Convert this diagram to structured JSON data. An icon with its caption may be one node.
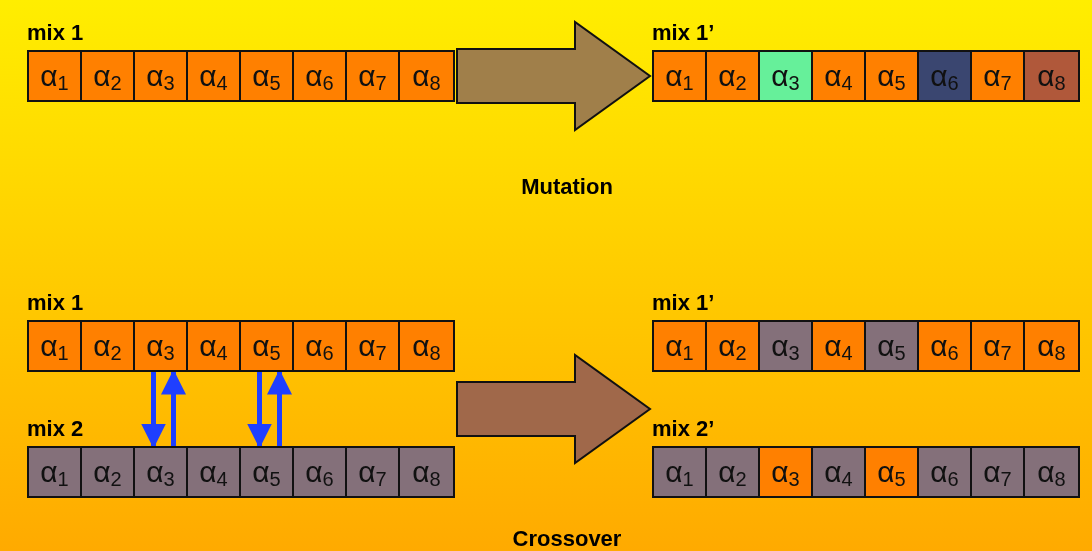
{
  "diagram": {
    "nodes": [
      {
        "text": [
          "mix 1"
        ]
      },
      {
        "text": [
          "α$_{1}$"
        ],
        "in": 0
      },
      {
        "text": [
          "α$_{2}$"
        ],
        "in": 0
      },
      {
        "text": [
          "α$_{3}$"
        ],
        "in": 0
      },
      {
        "text": [
          "α$_{4}$"
        ],
        "in": 0
      },
      {
        "text": [
          "α$_{5}$"
        ],
        "in": 0
      },
      {
        "text": [
          "α$_{6}$"
        ],
        "in": 0
      },
      {
        "text": [
          "α$_{7}$"
        ],
        "in": 0
      },
      {
        "text": [
          "α$_{8}$"
        ],
        "in": 0
      },
      {
        "text": [
          "mix 1’"
        ]
      },
      {
        "text": [
          "α$_{1}$"
        ],
        "in": 9
      },
      {
        "text": [
          "α$_{2}$"
        ],
        "in": 9
      },
      {
        "text": [
          "α$_{3}$"
        ],
        "in": 9
      },
      {
        "text": [
          "α$_{4}$"
        ],
        "in": 9
      },
      {
        "text": [
          "α$_{5}$"
        ],
        "in": 9
      },
      {
        "text": [
          "α$_{6}$"
        ],
        "in": 9
      },
      {
        "text": [
          "α$_{7}$"
        ],
        "in": 9
      },
      {
        "text": [
          "α$_{8}$"
        ],
        "in": 9
      },
      {
        "text": [
          "mix 1"
        ]
      },
      {
        "text": [
          "α$_{1}$"
        ],
        "in": 18
      },
      {
        "text": [
          "α$_{2}$"
        ],
        "in": 18
      },
      {
        "text": [
          "α$_{3}$"
        ],
        "in": 18
      },
      {
        "text": [
          "α$_{4}$"
        ],
        "in": 18
      },
      {
        "text": [
          "α$_{5}$"
        ],
        "in": 18
      },
      {
        "text": [
          "α$_{6}$"
        ],
        "in": 18
      },
      {
        "text": [
          "α$_{7}$"
        ],
        "in": 18
      },
      {
        "text": [
          "α$_{8}$"
        ],
        "in": 18
      },
      {
        "text": [
          "mix 1’"
        ]
      },
      {
        "text": [
          "α$_{1}$"
        ],
        "in": 27
      },
      {
        "text": [
          "α$_{2}$"
        ],
        "in": 27
      },
      {
        "text": [
          "α$_{3}$"
        ],
        "in": 27
      },
      {
        "text": [
          "α$_{4}$"
        ],
        "in": 27
      },
      {
        "text": [
          "α$_{5}$"
        ],
        "in": 27
      },
      {
        "text": [
          "α$_{6}$"
        ],
        "in": 27
      },
      {
        "text": [
          "α$_{7}$"
        ],
        "in": 27
      },
      {
        "text": [
          "α$_{8}$"
        ],
        "in": 27
      },
      {
        "text": [
          "mix 2"
        ]
      },
      {
        "text": [
          "α$_{1}$"
        ],
        "in": 36
      },
      {
        "text": [
          "α$_{2}$"
        ],
        "in": 36
      },
      {
        "text": [
          "α$_{3}$"
        ],
        "in": 36
      },
      {
        "text": [
          "α$_{4}$"
        ],
        "in": 36
      },
      {
        "text": [
          "α$_{5}$"
        ],
        "in": 36
      },
      {
        "text": [
          "α$_{6}$"
        ],
        "in": 36
      },
      {
        "text": [
          "α$_{7}$"
        ],
        "in": 36
      },
      {
        "text": [
          "α$_{8}$"
        ],
        "in": 36
      },
      {
        "text": [
          "mix 2’"
        ]
      },
      {
        "text": [
          "α$_{1}$"
        ],
        "in": 45
      },
      {
        "text": [
          "α$_{2}$"
        ],
        "in": 45
      },
      {
        "text": [
          "α$_{3}$"
        ],
        "in": 45
      },
      {
        "text": [
          "α$_{4}$"
        ],
        "in": 45
      },
      {
        "text": [
          "α$_{5}$"
        ],
        "in": 45
      },
      {
        "text": [
          "α$_{6}$"
        ],
        "in": 45
      },
      {
        "text": [
          "α$_{7}$"
        ],
        "in": 45
      },
      {
        "text": [
          "α$_{8}$"
        ],
        "in": 45
      }
    ],
    "edges": [
      {
        "from": 0,
        "to": 9,
        "arrow": "to",
        "style": "thick",
        "color": "#a07f4a"
      },
      {
        "from": 21,
        "to": 39,
        "arrow": "to",
        "color": "#1f3fff"
      },
      {
        "from": 39,
        "to": 21,
        "arrow": "to",
        "color": "#1f3fff"
      },
      {
        "from": 23,
        "to": 41,
        "arrow": "to",
        "color": "#1f3fff"
      },
      {
        "from": 41,
        "to": 23,
        "arrow": "to",
        "color": "#1f3fff"
      },
      {
        "from": 18,
        "to": 27,
        "arrow": "to",
        "style": "thick",
        "color": "#a0684a"
      },
      {
        "from": 18,
        "to": 45,
        "arrow": "to",
        "style": "thick",
        "color": "#a0684a"
      },
      {
        "from": 36,
        "to": 27,
        "arrow": "to",
        "style": "thick",
        "color": "#a0684a"
      },
      {
        "from": 36,
        "to": 45,
        "arrow": "to",
        "style": "thick",
        "color": "#a0684a"
      }
    ],
    "labels": [
      "Mutation",
      "Crossover"
    ]
  }
}
